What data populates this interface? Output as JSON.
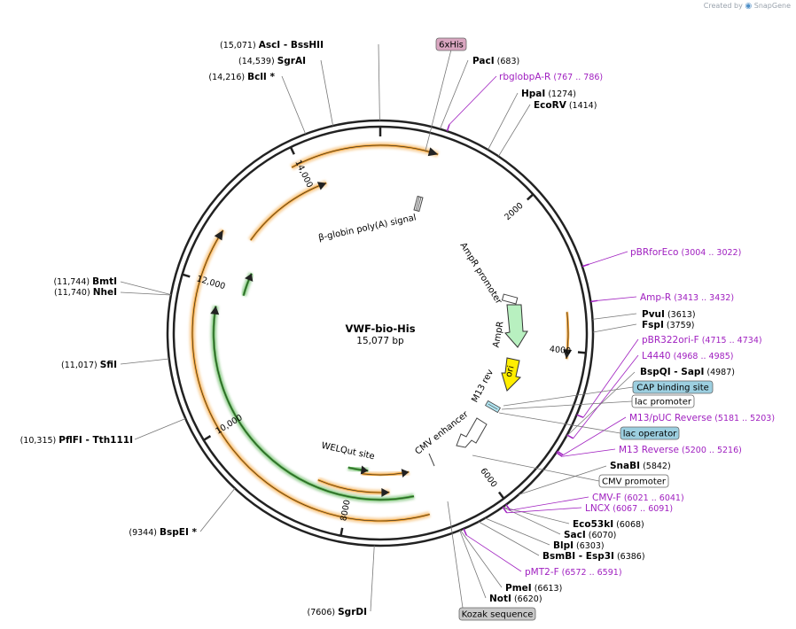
{
  "brand": {
    "created_by": "Created by",
    "name": "SnapGene"
  },
  "plasmid": {
    "name": "VWF-bio-His",
    "length_label": "15,077 bp",
    "length": 15077
  },
  "ticks": [
    {
      "pos": 2000,
      "label": "2000"
    },
    {
      "pos": 4000,
      "label": "4000"
    },
    {
      "pos": 6000,
      "label": "6000"
    },
    {
      "pos": 8000,
      "label": "8000"
    },
    {
      "pos": 10000,
      "label": "10,000"
    },
    {
      "pos": 12000,
      "label": "12,000"
    },
    {
      "pos": 14000,
      "label": "14,000"
    }
  ],
  "sites": [
    {
      "pos": 15071,
      "name": "AscI",
      "extra": "- BssHII",
      "pos_label": "(15,071)",
      "side": "left"
    },
    {
      "pos": 14539,
      "name": "SgrAI",
      "extra": "",
      "pos_label": "(14,539)",
      "side": "left"
    },
    {
      "pos": 14216,
      "name": "BclI *",
      "extra": "",
      "pos_label": "(14,216)",
      "side": "left"
    },
    {
      "pos": 683,
      "name": "PacI",
      "extra": "",
      "pos_label": "(683)",
      "side": "right"
    },
    {
      "pos": 1274,
      "name": "HpaI",
      "extra": "",
      "pos_label": "(1274)",
      "side": "right"
    },
    {
      "pos": 1414,
      "name": "EcoRV",
      "extra": "",
      "pos_label": "(1414)",
      "side": "right"
    },
    {
      "pos": 3613,
      "name": "PvuI",
      "extra": "",
      "pos_label": "(3613)",
      "side": "right"
    },
    {
      "pos": 3759,
      "name": "FspI",
      "extra": "",
      "pos_label": "(3759)",
      "side": "right"
    },
    {
      "pos": 4987,
      "name": "BspQI",
      "extra": "- SapI",
      "pos_label": "(4987)",
      "side": "right"
    },
    {
      "pos": 5842,
      "name": "SnaBI",
      "extra": "",
      "pos_label": "(5842)",
      "side": "right"
    },
    {
      "pos": 6068,
      "name": "Eco53kI",
      "extra": "",
      "pos_label": "(6068)",
      "side": "right"
    },
    {
      "pos": 6070,
      "name": "SacI",
      "extra": "",
      "pos_label": "(6070)",
      "side": "right"
    },
    {
      "pos": 6303,
      "name": "BlpI",
      "extra": "",
      "pos_label": "(6303)",
      "side": "right"
    },
    {
      "pos": 6386,
      "name": "BsmBI",
      "extra": "- Esp3I",
      "pos_label": "(6386)",
      "side": "right"
    },
    {
      "pos": 6613,
      "name": "PmeI",
      "extra": "",
      "pos_label": "(6613)",
      "side": "right"
    },
    {
      "pos": 6620,
      "name": "NotI",
      "extra": "",
      "pos_label": "(6620)",
      "side": "right"
    },
    {
      "pos": 7606,
      "name": "SgrDI",
      "extra": "",
      "pos_label": "(7606)",
      "side": "left"
    },
    {
      "pos": 9344,
      "name": "BspEI *",
      "extra": "",
      "pos_label": "(9344)",
      "side": "left"
    },
    {
      "pos": 10315,
      "name": "PflFI",
      "extra": "- Tth111I",
      "pos_label": "(10,315)",
      "side": "left"
    },
    {
      "pos": 11017,
      "name": "SfiI",
      "extra": "",
      "pos_label": "(11,017)",
      "side": "left"
    },
    {
      "pos": 11740,
      "name": "NheI",
      "extra": "",
      "pos_label": "(11,740)",
      "side": "left"
    },
    {
      "pos": 11744,
      "name": "BmtI",
      "extra": "",
      "pos_label": "(11,744)",
      "side": "left"
    }
  ],
  "primers": [
    {
      "pos": 767,
      "name": "rbglobpA-R",
      "pos_label": "(767 .. 786)"
    },
    {
      "pos": 3004,
      "name": "pBRforEco",
      "pos_label": "(3004 .. 3022)"
    },
    {
      "pos": 3413,
      "name": "Amp-R",
      "pos_label": "(3413 .. 3432)"
    },
    {
      "pos": 4715,
      "name": "pBR322ori-F",
      "pos_label": "(4715 .. 4734)"
    },
    {
      "pos": 4968,
      "name": "L4440",
      "pos_label": "(4968 .. 4985)"
    },
    {
      "pos": 5181,
      "name": "M13/pUC Reverse",
      "pos_label": "(5181 .. 5203)"
    },
    {
      "pos": 5200,
      "name": "M13 Reverse",
      "pos_label": "(5200 .. 5216)"
    },
    {
      "pos": 6021,
      "name": "CMV-F",
      "pos_label": "(6021 .. 6041)"
    },
    {
      "pos": 6067,
      "name": "LNCX",
      "pos_label": "(6067 .. 6091)"
    },
    {
      "pos": 6572,
      "name": "pMT2-F",
      "pos_label": "(6572 .. 6591)"
    }
  ],
  "boxed_features": [
    {
      "pos": 620,
      "name": "6xHis",
      "color": "#d9a6c0"
    },
    {
      "pos": 5120,
      "name": "CAP binding site",
      "color": "#9ccfe0"
    },
    {
      "pos": 5150,
      "name": "lac promoter",
      "color": "#ffffff"
    },
    {
      "pos": 5190,
      "name": "lac operator",
      "color": "#9ccfe0"
    },
    {
      "pos": 5870,
      "name": "CMV promoter",
      "color": "#ffffff"
    },
    {
      "pos": 6640,
      "name": "Kozak sequence",
      "color": "#c8c8c8"
    }
  ],
  "inner_labels": {
    "beta_globin": "β-globin poly(A) signal",
    "ampr_promoter": "AmpR promoter",
    "ampr": "AmpR",
    "ori": "ori",
    "m13_rev": "M13 rev",
    "cmv_enhancer": "CMV enhancer",
    "welqut": "WELQut site"
  },
  "colors": {
    "backbone": "#222222",
    "orange": "#f0a030",
    "green": "#43a33a",
    "ampr": "#b8f0c0",
    "ori": "#ffee00",
    "primer": "#a020c0"
  }
}
